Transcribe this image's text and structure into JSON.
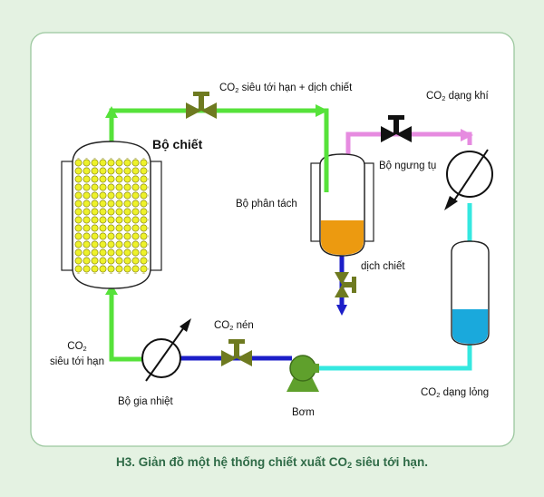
{
  "labels": {
    "co2_super_plus_extract_a": "CO",
    "co2_super_plus_extract_sub": "2",
    "co2_super_plus_extract_b": " siêu tới hạn + dịch chiết",
    "co2_gas_a": "CO",
    "co2_gas_sub": "2",
    "co2_gas_b": " dạng khí",
    "extractor": "Bộ chiết",
    "condenser": "Bộ ngưng tụ",
    "separator": "Bộ phân tách",
    "extract": "dịch chiết",
    "co2_super_a": "CO",
    "co2_super_sub": "2",
    "co2_super_b": "siêu tới hạn",
    "co2_compressed_a": "CO",
    "co2_compressed_sub": "2",
    "co2_compressed_b": " nén",
    "heater": "Bộ gia nhiệt",
    "pump": "Bơm",
    "co2_liquid_a": "CO",
    "co2_liquid_sub": "2",
    "co2_liquid_b": " dạng lỏng"
  },
  "caption": {
    "a": "H3. Giản đồ một hệ thống chiết xuất CO",
    "sub": "2",
    "b": " siêu tới hạn."
  },
  "colors": {
    "background": "#e4f2e2",
    "frame": "#ffffff",
    "frame_border": "#9bc79e",
    "green_line": "#56e23a",
    "pink_line": "#e68be0",
    "cyan_line": "#35e8e0",
    "blue_line": "#1c1ec8",
    "pellets": "#eef22a",
    "extract_liquid": "#ec9a10",
    "co2_liquid": "#1aa9dc",
    "valve_olive": "#6e7a20",
    "pump_green": "#5fa02c",
    "caption": "#2f6b47"
  }
}
